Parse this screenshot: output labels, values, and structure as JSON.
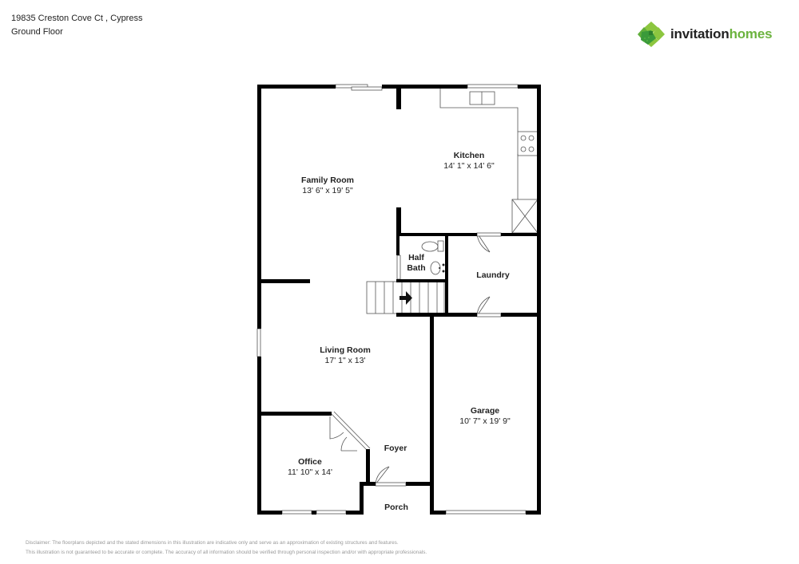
{
  "header": {
    "address": "19835 Creston Cove Ct , Cypress",
    "floor": "Ground Floor"
  },
  "logo": {
    "icon": "clover-logo-icon",
    "text_primary": "invitation",
    "text_secondary": "homes",
    "colors": {
      "dark_green": "#3a9a3a",
      "light_green": "#8cc63f",
      "text_dark": "#222222",
      "text_green": "#6cb33f"
    }
  },
  "rooms": {
    "family_room": {
      "name": "Family Room",
      "dims": "13' 6\" x 19' 5\""
    },
    "kitchen": {
      "name": "Kitchen",
      "dims": "14' 1\" x 14' 6\""
    },
    "half_bath": {
      "name_line1": "Half",
      "name_line2": "Bath"
    },
    "laundry": {
      "name": "Laundry"
    },
    "living_room": {
      "name": "Living Room",
      "dims": "17' 1\" x 13'"
    },
    "garage": {
      "name": "Garage",
      "dims": "10' 7\" x 19' 9\""
    },
    "office": {
      "name": "Office",
      "dims": "11' 10\" x 14'"
    },
    "foyer": {
      "name": "Foyer"
    },
    "porch": {
      "name": "Porch"
    }
  },
  "disclaimer": {
    "line1": "Disclaimer: The floorplans depicted and the stated dimensions in this illustration are indicative only and serve as an approximation of existing structures and features.",
    "line2": "This illustration is not guaranteed to be accurate or complete. The accuracy of all information should be verified through personal inspection and/or with appropriate professionals."
  }
}
